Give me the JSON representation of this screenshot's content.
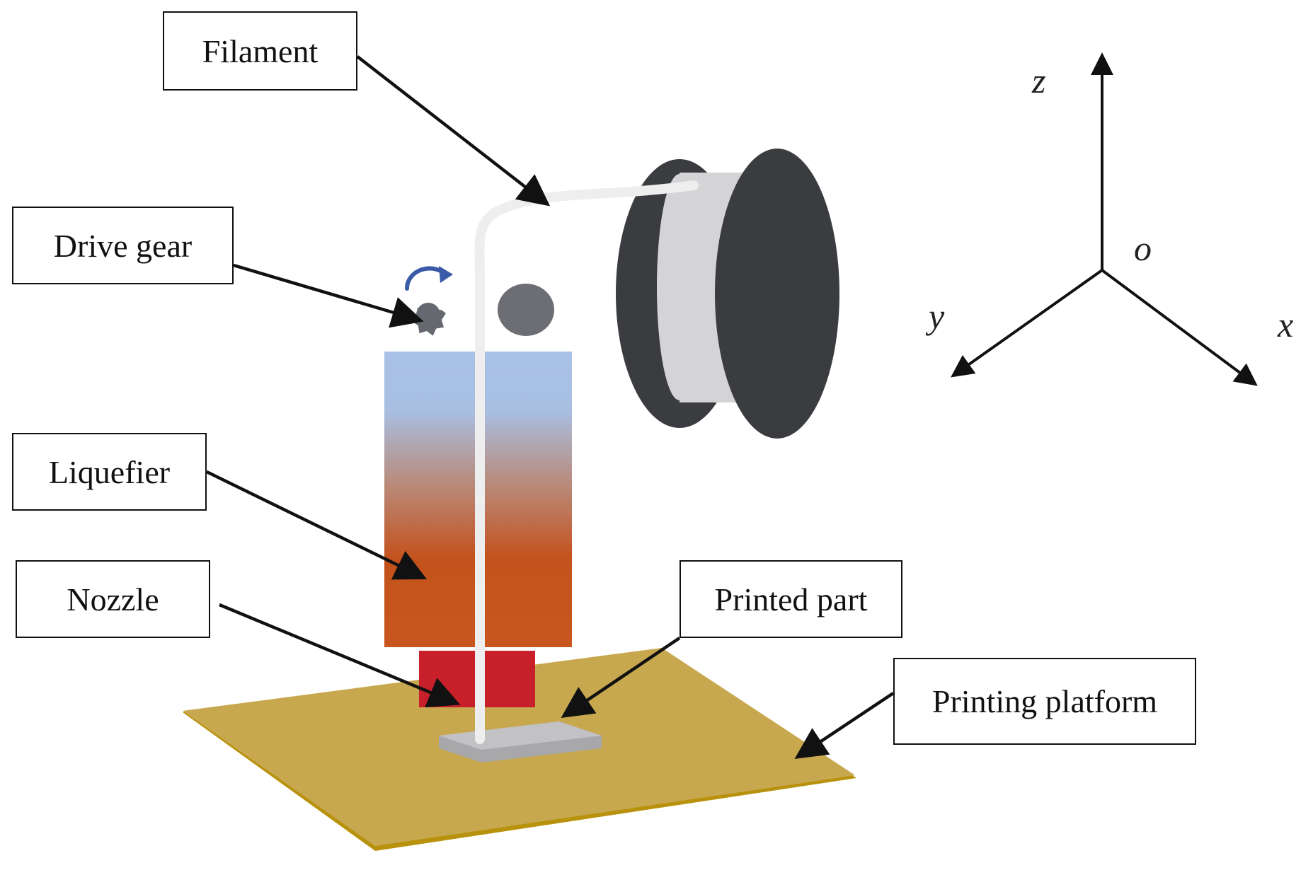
{
  "labels": {
    "filament": "Filament",
    "drive_gear": "Drive gear",
    "liquefier": "Liquefier",
    "nozzle": "Nozzle",
    "printed_part": "Printed part",
    "printing_platform": "Printing platform"
  },
  "axes": {
    "z": "z",
    "o": "o",
    "y": "y",
    "x": "x"
  },
  "colors": {
    "liquefier_top": "#a9c1e6",
    "liquefier_bottom": "#c4521c",
    "nozzle": "#c8202b",
    "platform": "#c8a84e",
    "platform_edge": "#b8920d",
    "spool_disc": "#3a3c40",
    "spool_hub": "#d4d4d6",
    "filament": "#eeeeee",
    "gear": "#666870",
    "roller": "#6c6e74",
    "rotation_arrow": "#3a5aa8",
    "printed_part": "#c2c2c4"
  }
}
